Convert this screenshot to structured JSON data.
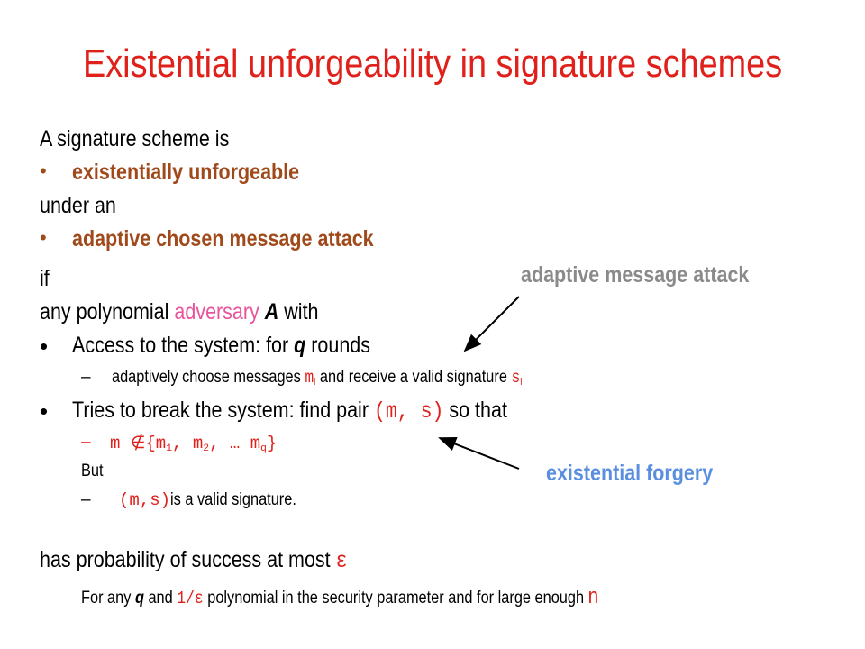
{
  "title": "Existential unforgeability in signature schemes",
  "lines": {
    "intro": "A signature scheme is",
    "bullet_marker": "•",
    "prop1": "existentially unforgeable",
    "under": "under an",
    "prop2": "adaptive chosen message attack",
    "if": "if",
    "adv_prefix": "any polynomial ",
    "adv_word": "adversary",
    "adv_var": "A",
    "adv_suffix": " with",
    "access_prefix": "Access to the system: for ",
    "access_var": "q",
    "access_suffix": " rounds",
    "dash": "–",
    "adapt_prefix": "adaptively choose messages ",
    "adapt_m": "m",
    "adapt_i1": "i",
    "adapt_mid": " and receive a valid signature ",
    "adapt_s": "s",
    "adapt_i2": "i",
    "break_prefix": "Tries to break the system: find pair ",
    "break_pair": "(m, s)",
    "break_suffix": " so that",
    "cond_dash": "–",
    "cond_m": "m ",
    "cond_notin": "∉",
    "cond_open": "{m",
    "cond_1": "1",
    "cond_sep1": ", m",
    "cond_2": "2",
    "cond_sep2": ", … m",
    "cond_q": "q",
    "cond_close": "}",
    "but": "But",
    "valid_dash": "–",
    "valid_pair": "(m,s)",
    "valid_suffix": " is a valid signature.",
    "prob_prefix": "has probability of success at most ",
    "prob_eps": "ε",
    "for_prefix": "For any ",
    "for_q": "q",
    "for_and": " and ",
    "for_eps": "1/ε",
    "for_mid": " polynomial in the security parameter and for large enough ",
    "for_n": "n"
  },
  "annotations": {
    "adaptive": "adaptive message attack",
    "existential": "existential forgery"
  },
  "colors": {
    "title": "#e0201b",
    "emphasis": "#a0491a",
    "adversary": "#e8549a",
    "annotation_grey": "#8a8a8a",
    "annotation_blue": "#5a8fe0"
  }
}
